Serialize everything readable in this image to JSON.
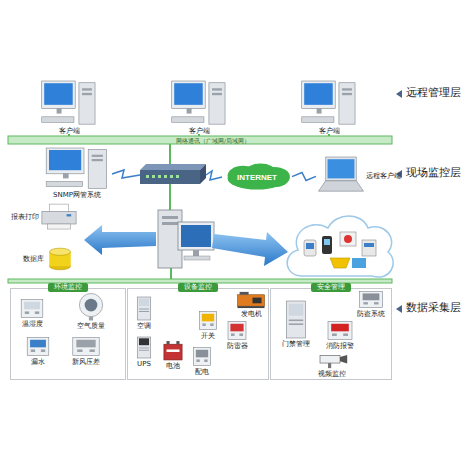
{
  "diagram": {
    "nodes": [
      {
        "text": [
          "客户端"
        ]
      },
      {
        "text": [
          "客户端"
        ]
      },
      {
        "text": [
          "客户端"
        ]
      },
      {
        "text": [
          "SNMP网管系统"
        ]
      },
      {
        "text": [
          "INTERNET"
        ]
      },
      {
        "text": [
          "远程客户端"
        ]
      },
      {
        "text": [
          "报表打印"
        ]
      },
      {
        "text": [
          "数据库"
        ]
      },
      {
        "text": [
          "环境监控"
        ]
      },
      {
        "text": [
          "温湿度"
        ],
        "in": 8
      },
      {
        "text": [
          "空气质量"
        ],
        "in": 8
      },
      {
        "text": [
          "漏水"
        ],
        "in": 8
      },
      {
        "text": [
          "新风压差"
        ],
        "in": 8
      },
      {
        "text": [
          "设备监控"
        ]
      },
      {
        "text": [
          "空调"
        ],
        "in": 13
      },
      {
        "text": [
          "UPS"
        ],
        "in": 13
      },
      {
        "text": [
          "电池"
        ],
        "in": 13
      },
      {
        "text": [
          "配电"
        ],
        "in": 13
      },
      {
        "text": [
          "开关"
        ],
        "in": 13
      },
      {
        "text": [
          "防雷器"
        ],
        "in": 13
      },
      {
        "text": [
          "发电机"
        ],
        "in": 13
      },
      {
        "text": [
          "安全管理"
        ]
      },
      {
        "text": [
          "门禁管理"
        ],
        "in": 21
      },
      {
        "text": [
          "消防报警"
        ],
        "in": 21
      },
      {
        "text": [
          "防盗系统"
        ],
        "in": 21
      },
      {
        "text": [
          "视频监控"
        ],
        "in": 21
      }
    ],
    "edges": [
      {
        "from": 4,
        "to": 5,
        "arrow": "none"
      }
    ],
    "labels": [
      "网络通讯（广域网/局域网）",
      "远程管理层",
      "现场监控层",
      "数据采集层"
    ]
  }
}
